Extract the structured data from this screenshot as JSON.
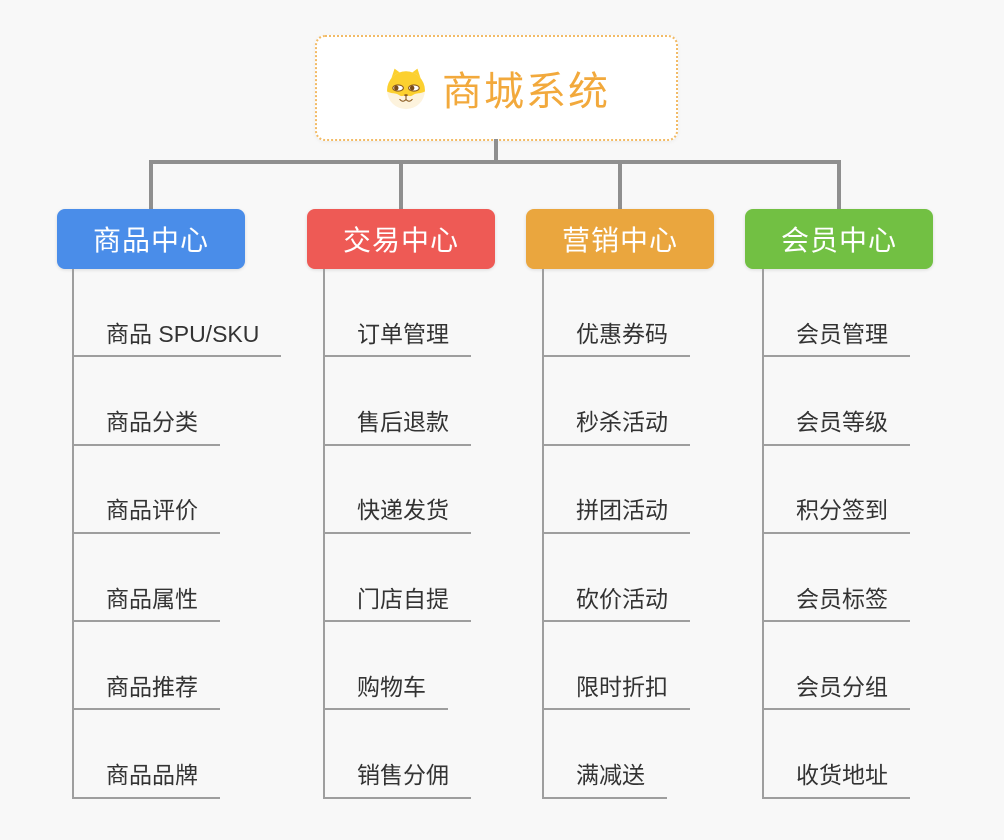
{
  "app": {
    "background_color": "#f8f8f8",
    "connector_color": "#8f8f8f",
    "branch_line_color": "#9e9e9e"
  },
  "mindmap": {
    "root": {
      "label": "商城系统",
      "icon": "dog-face-icon",
      "text_color": "#f2a93c",
      "border_color": "#f2bb66"
    },
    "branches": [
      {
        "label": "商品中心",
        "color": "#4a8de9",
        "children": [
          "商品 SPU/SKU",
          "商品分类",
          "商品评价",
          "商品属性",
          "商品推荐",
          "商品品牌"
        ]
      },
      {
        "label": "交易中心",
        "color": "#ee5a55",
        "children": [
          "订单管理",
          "售后退款",
          "快递发货",
          "门店自提",
          "购物车",
          "销售分佣"
        ]
      },
      {
        "label": "营销中心",
        "color": "#eaa63e",
        "children": [
          "优惠券码",
          "秒杀活动",
          "拼团活动",
          "砍价活动",
          "限时折扣",
          "满减送"
        ]
      },
      {
        "label": "会员中心",
        "color": "#72c043",
        "children": [
          "会员管理",
          "会员等级",
          "积分签到",
          "会员标签",
          "会员分组",
          "收货地址"
        ]
      }
    ]
  }
}
